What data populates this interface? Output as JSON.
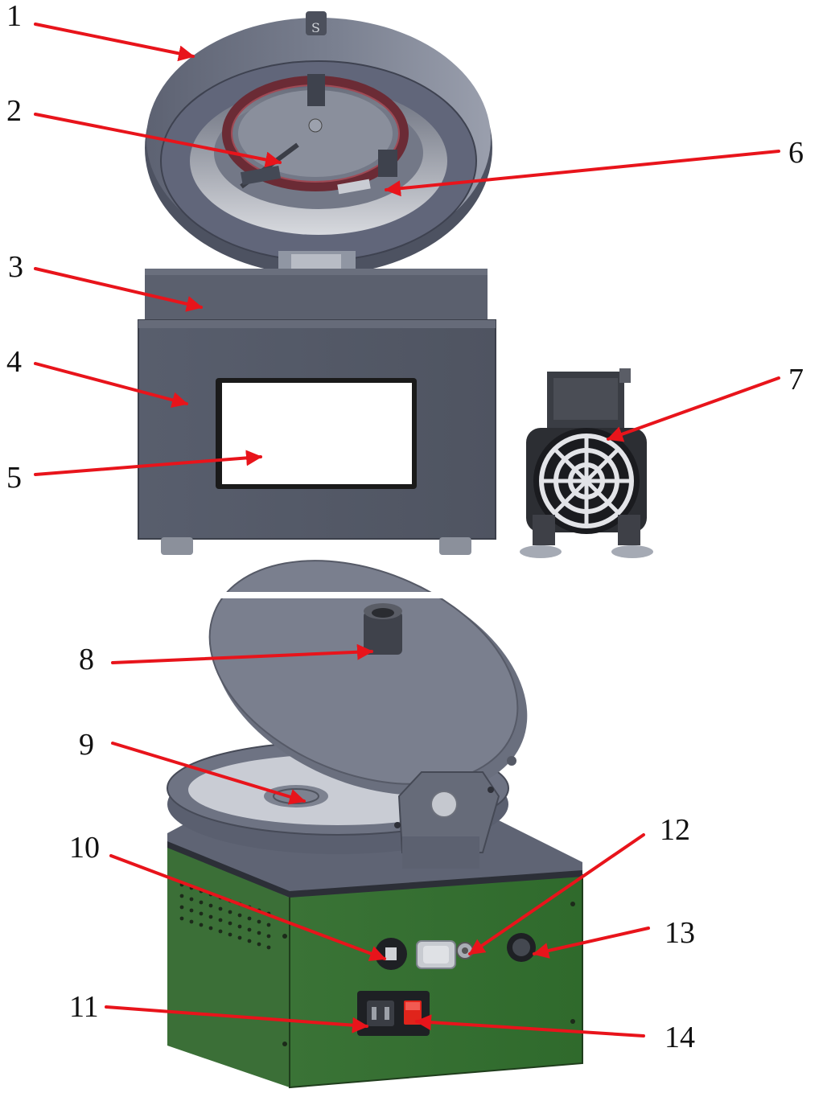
{
  "colors": {
    "arrow": "#e8141b",
    "body_gray": "#5a6070",
    "body_gray_dark": "#474c59",
    "lid_gray": "#6d7282",
    "green_panel": "#3d7a3a",
    "screen": "#ffffff",
    "label_text": "#111111"
  },
  "callouts": [
    {
      "id": "1",
      "text": "1"
    },
    {
      "id": "2",
      "text": "2"
    },
    {
      "id": "3",
      "text": "3"
    },
    {
      "id": "4",
      "text": "4"
    },
    {
      "id": "5",
      "text": "5"
    },
    {
      "id": "6",
      "text": "6"
    },
    {
      "id": "7",
      "text": "7"
    },
    {
      "id": "8",
      "text": "8"
    },
    {
      "id": "9",
      "text": "9"
    },
    {
      "id": "10",
      "text": "10"
    },
    {
      "id": "11",
      "text": "11"
    },
    {
      "id": "12",
      "text": "12"
    },
    {
      "id": "13",
      "text": "13"
    },
    {
      "id": "14",
      "text": "14"
    }
  ],
  "lid_knob_mark": "S"
}
